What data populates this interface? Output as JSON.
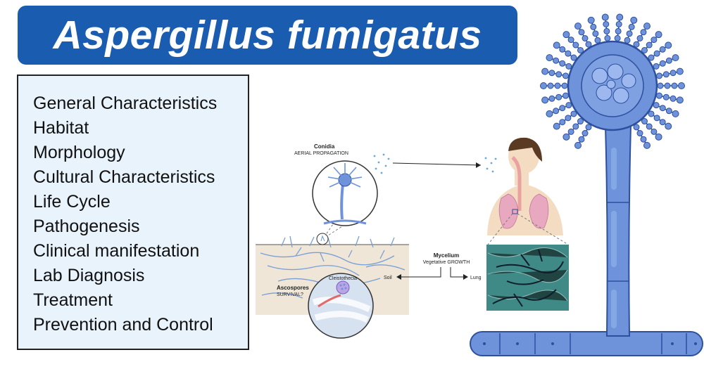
{
  "title": "Aspergillus fumigatus",
  "topics": [
    "General Characteristics",
    "Habitat",
    "Morphology",
    "Cultural Characteristics",
    "Life Cycle",
    "Pathogenesis",
    "Clinical manifestation",
    "Lab Diagnosis",
    "Treatment",
    "Prevention and Control"
  ],
  "lifecycle": {
    "conidia_title": "Conidia",
    "conidia_sub": "AERIAL PROPAGATION",
    "mycelium_title": "Mycelium",
    "mycelium_sub": "Vegetative GROWTH",
    "soil": "Soil",
    "lung": "Lung",
    "cleistothecia": "Cleistothecia",
    "ascospores_title": "Ascospores",
    "ascospores_sub": "SURVIVAL?"
  },
  "colors": {
    "banner": "#1a5cb0",
    "topic_bg": "#e8f3fb",
    "fungus_fill": "#6f93da",
    "fungus_dark": "#2c4f9e",
    "soil": "#efe6d8",
    "lung_tissue": "#3f8a86"
  }
}
